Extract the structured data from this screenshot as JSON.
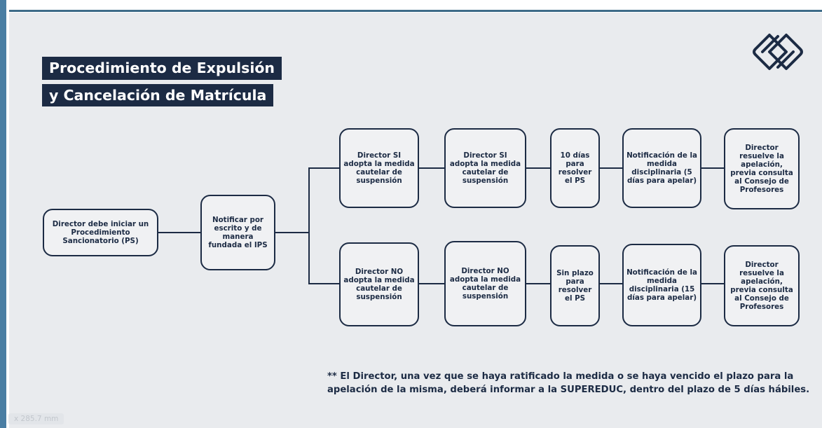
{
  "title": {
    "line1": "Procedimiento de Expulsión",
    "line2": "y Cancelación de Matrícula"
  },
  "nodes": {
    "start": "Director debe iniciar un Procedimiento Sancionatorio (PS)",
    "notify": "Notificar por escrito y de manera fundada el IPS",
    "top": [
      "Director SI adopta la medida cautelar de suspensión",
      "Director SI adopta la medida cautelar de suspensión",
      "10 días para resolver el PS",
      "Notificación de la medida disciplinaria (5 días para apelar)",
      "Director resuelve la apelación, previa consulta al Consejo de Profesores"
    ],
    "bottom": [
      "Director NO adopta la medida cautelar de suspensión",
      "Director NO adopta la medida cautelar de suspensión",
      "Sin plazo para resolver el PS",
      "Notificación de la medida disciplinaria (15 días para apelar)",
      "Director resuelve la apelación, previa consulta al Consejo de Profesores"
    ]
  },
  "footnote": "** El Director, una vez que se haya ratificado la medida o se haya vencido el plazo para la apelación de la misma, deberá informar a la SUPEREDUC, dentro del plazo de 5 días hábiles.",
  "page_size_label": "x 285.7 mm",
  "logo_icon": "interlocking-knot-icon",
  "colors": {
    "navy": "#1c2b44",
    "background": "#e9ebee",
    "frame": "#4a7ea3"
  }
}
